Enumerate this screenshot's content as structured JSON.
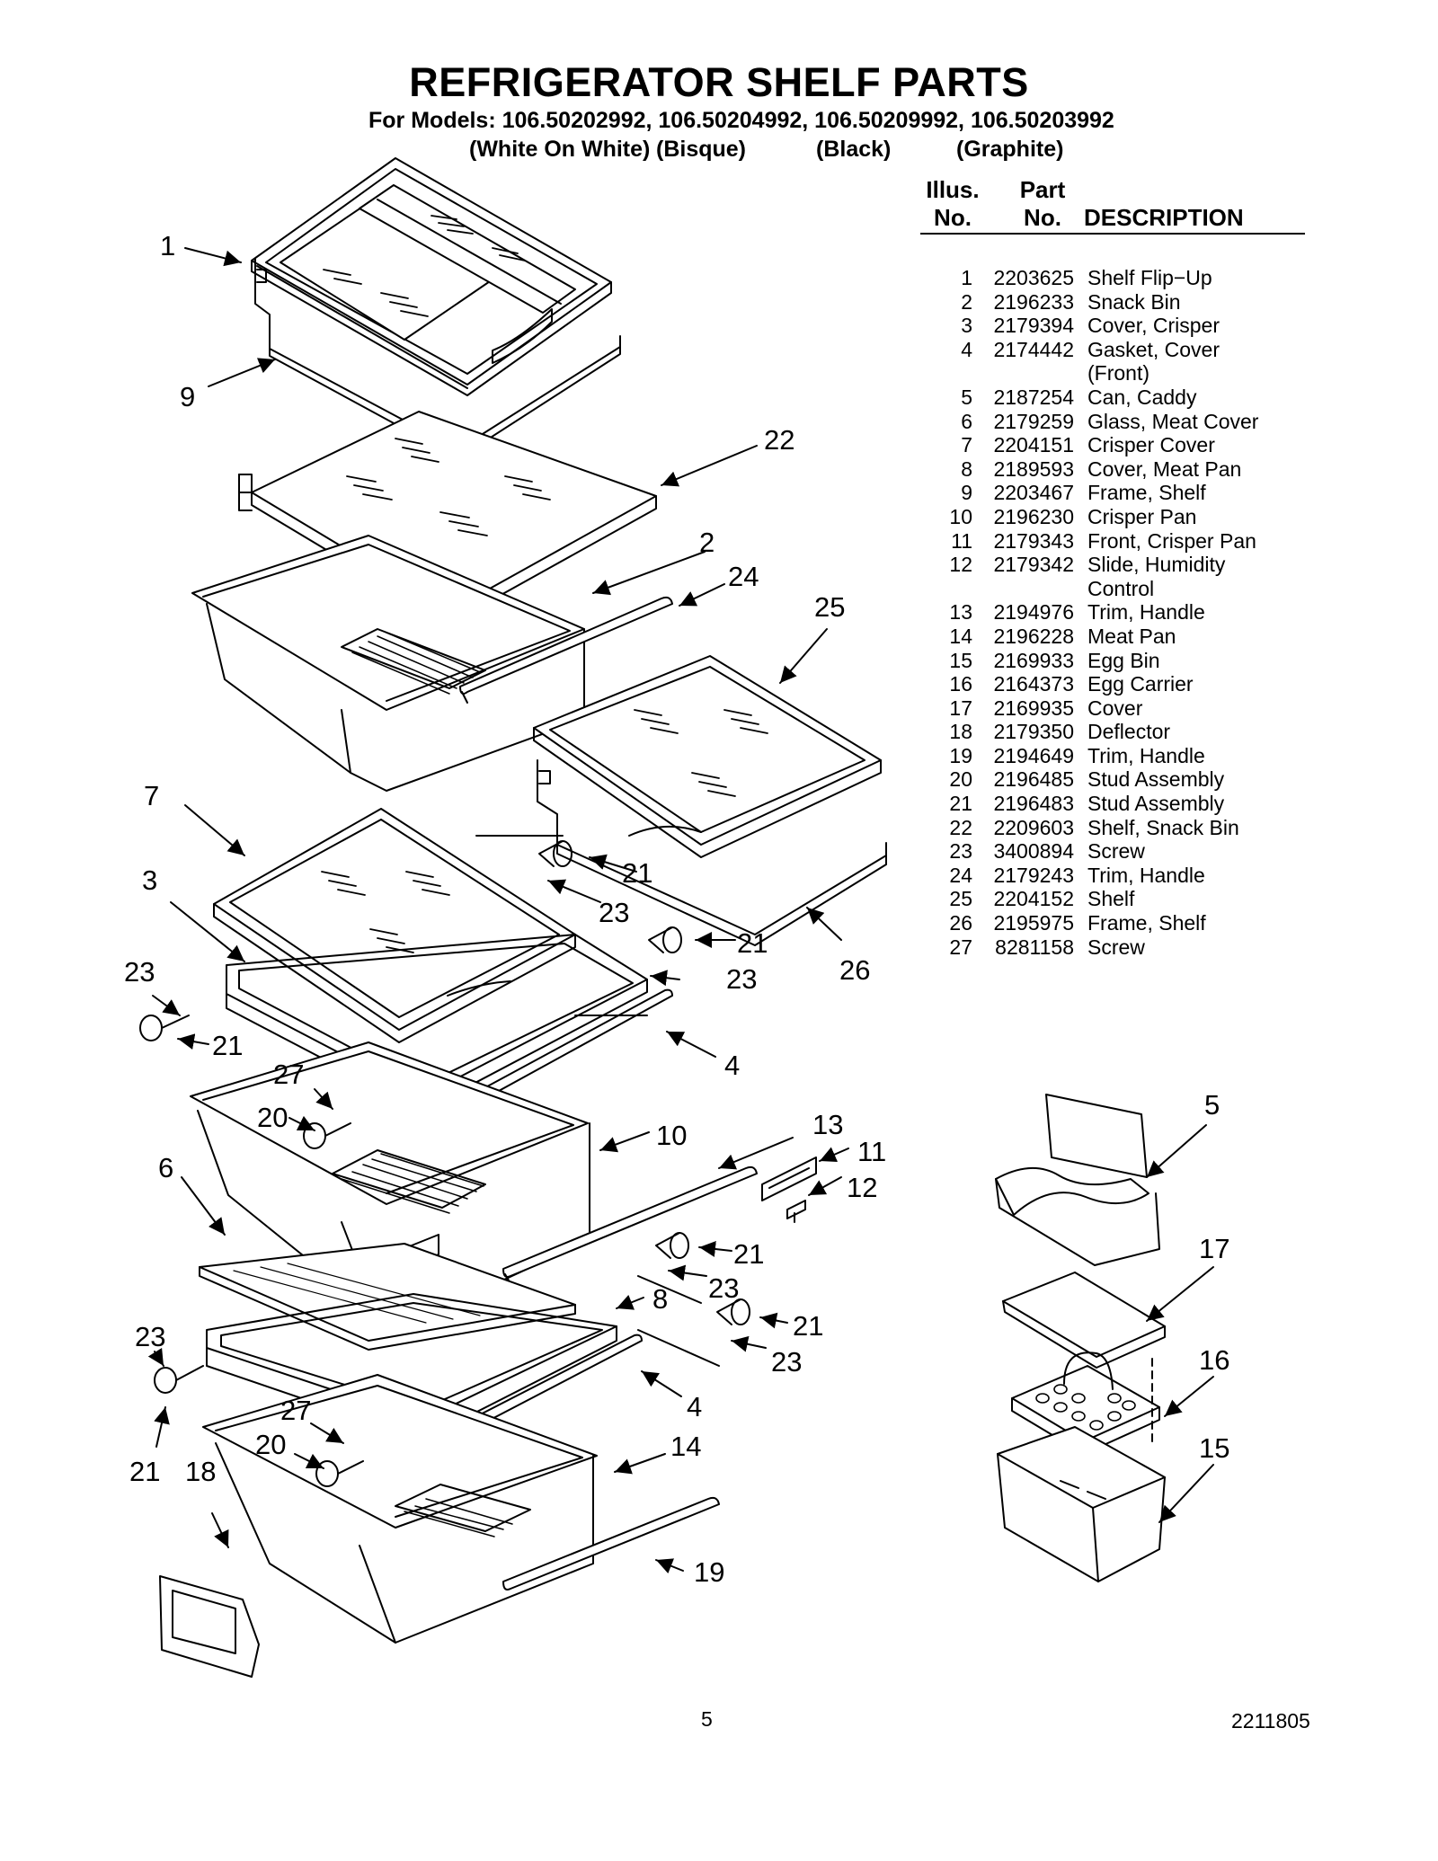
{
  "header": {
    "title": "REFRIGERATOR SHELF PARTS",
    "models_line": "For Models: 106.50202992, 106.50204992, 106.50209992, 106.50203992",
    "colors": [
      "(White On White)",
      "(Bisque)",
      "(Black)",
      "(Graphite)"
    ]
  },
  "table": {
    "col_illus": [
      "Illus.",
      "No."
    ],
    "col_part": [
      "Part",
      "No."
    ],
    "col_desc": "DESCRIPTION",
    "rows": [
      {
        "no": "1",
        "part": "2203625",
        "desc": "Shelf Flip−Up"
      },
      {
        "no": "2",
        "part": "2196233",
        "desc": "Snack Bin"
      },
      {
        "no": "3",
        "part": "2179394",
        "desc": "Cover, Crisper"
      },
      {
        "no": "4",
        "part": "2174442",
        "desc": "Gasket, Cover",
        "desc2": "(Front)"
      },
      {
        "no": "5",
        "part": "2187254",
        "desc": "Can, Caddy"
      },
      {
        "no": "6",
        "part": "2179259",
        "desc": "Glass, Meat Cover"
      },
      {
        "no": "7",
        "part": "2204151",
        "desc": "Crisper Cover"
      },
      {
        "no": "8",
        "part": "2189593",
        "desc": "Cover, Meat Pan"
      },
      {
        "no": "9",
        "part": "2203467",
        "desc": "Frame, Shelf"
      },
      {
        "no": "10",
        "part": "2196230",
        "desc": "Crisper Pan"
      },
      {
        "no": "11",
        "part": "2179343",
        "desc": "Front, Crisper Pan"
      },
      {
        "no": "12",
        "part": "2179342",
        "desc": "Slide, Humidity",
        "desc2": "Control"
      },
      {
        "no": "13",
        "part": "2194976",
        "desc": "Trim, Handle"
      },
      {
        "no": "14",
        "part": "2196228",
        "desc": "Meat Pan"
      },
      {
        "no": "15",
        "part": "2169933",
        "desc": "Egg Bin"
      },
      {
        "no": "16",
        "part": "2164373",
        "desc": "Egg Carrier"
      },
      {
        "no": "17",
        "part": "2169935",
        "desc": "Cover"
      },
      {
        "no": "18",
        "part": "2179350",
        "desc": "Deflector"
      },
      {
        "no": "19",
        "part": "2194649",
        "desc": "Trim, Handle"
      },
      {
        "no": "20",
        "part": "2196485",
        "desc": "Stud Assembly"
      },
      {
        "no": "21",
        "part": "2196483",
        "desc": "Stud Assembly"
      },
      {
        "no": "22",
        "part": "2209603",
        "desc": "Shelf, Snack Bin"
      },
      {
        "no": "23",
        "part": "3400894",
        "desc": "Screw"
      },
      {
        "no": "24",
        "part": "2179243",
        "desc": "Trim, Handle"
      },
      {
        "no": "25",
        "part": "2204152",
        "desc": "Shelf"
      },
      {
        "no": "26",
        "part": "2195975",
        "desc": "Frame, Shelf"
      },
      {
        "no": "27",
        "part": "8281158",
        "desc": "Screw"
      }
    ]
  },
  "callouts": [
    "1",
    "9",
    "22",
    "2",
    "24",
    "25",
    "7",
    "3",
    "23",
    "21",
    "23",
    "21",
    "23",
    "26",
    "21",
    "4",
    "27",
    "20",
    "10",
    "13",
    "11",
    "12",
    "6",
    "21",
    "23",
    "8",
    "21",
    "23",
    "23",
    "4",
    "27",
    "20",
    "14",
    "21",
    "18",
    "19",
    "5",
    "17",
    "16",
    "15"
  ],
  "footer": {
    "page_number": "5",
    "document_number": "2211805"
  }
}
